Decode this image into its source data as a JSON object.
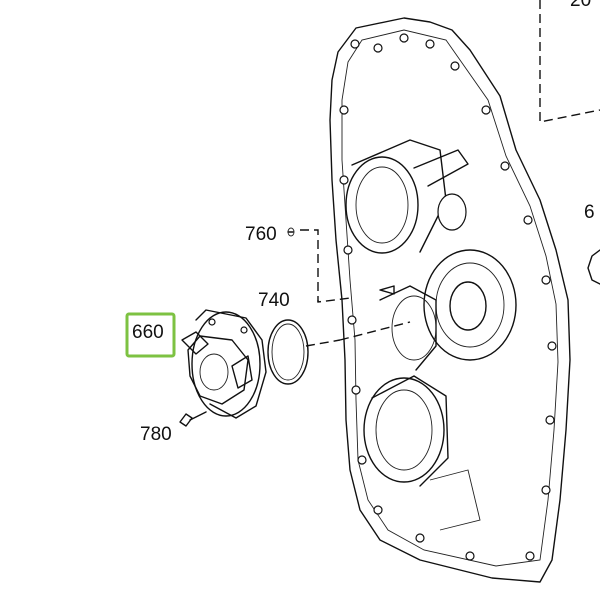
{
  "callouts": [
    {
      "id": "660",
      "text": "660",
      "highlighted": true
    },
    {
      "id": "740",
      "text": "740",
      "highlighted": false
    },
    {
      "id": "760",
      "text": "760",
      "highlighted": false
    },
    {
      "id": "780",
      "text": "780",
      "highlighted": false
    },
    {
      "id": "top-right-partial",
      "text": "20",
      "highlighted": false
    },
    {
      "id": "right-partial",
      "text": "6",
      "highlighted": false
    }
  ],
  "highlight_color": "#7dc242",
  "line_color": "#111111"
}
